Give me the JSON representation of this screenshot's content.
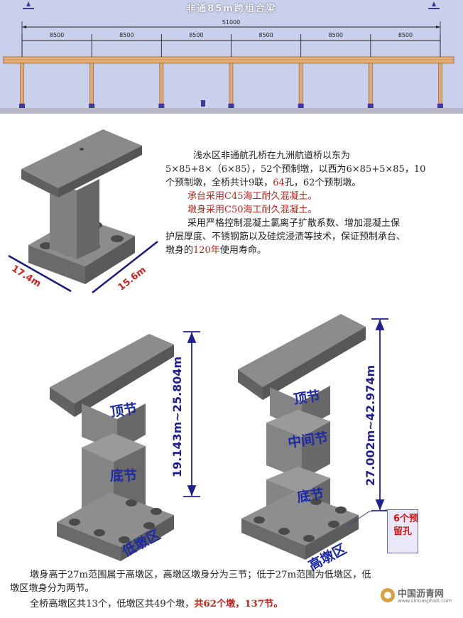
{
  "elevation": {
    "title": "非通85m跨组合梁",
    "total_span": "51000",
    "sub_spans": [
      "8500",
      "8500",
      "8500",
      "8500",
      "8500",
      "8500"
    ]
  },
  "pier_dims": {
    "width": "17.4m",
    "length": "15.6m"
  },
  "description": {
    "line1": "浅水区非通航孔桥在九洲航道桥以东为",
    "line2": "5×85+8×（6×85），52个预制墩，以西为6×85+5×85，10",
    "line3a": "个预制墩，全桥共计9联，",
    "line3b": "64",
    "line3c": "孔，62个预制墩。",
    "line4": "承台采用C45海工耐久混凝土。",
    "line5": "墩身采用C50海工耐久混凝土。",
    "line6": "采用严格控制混凝土氯离子扩散系数、增加混凝土保",
    "line7": "护层厚度、不锈钢筋以及硅烷浸渍等技术，保证预制承台、",
    "line8a": "墩身的",
    "line8b": "120年",
    "line8c": "使用寿命。"
  },
  "low_pier": {
    "top_segment": "顶节",
    "bottom_segment": "底节",
    "zone": "低墩区",
    "height_range": "19.143m~25.804m"
  },
  "high_pier": {
    "top_segment": "顶节",
    "middle_segment": "中间节",
    "bottom_segment": "底节",
    "zone": "高墩区",
    "height_range": "27.002m~42.974m",
    "holes_label_1": "6个预",
    "holes_label_2": "留孔"
  },
  "bottom_text": {
    "line1": "墩身高于27m范围属于高墩区，高墩区墩身分为三节；低于27m范围为低墩区，低",
    "line2": "墩区墩身分为两节。",
    "line3a": "全桥高墩区共13个，低墩区共49个墩，",
    "line3b": "共62个墩，137节。"
  },
  "watermark": {
    "name": "中国沥青网",
    "url": "www.sinoasphalt.com"
  },
  "colors": {
    "band": "#c9d0ec",
    "concrete": "#7d7d7d",
    "accent_red": "#c0241c",
    "dim_blue": "#1c2aa8"
  }
}
